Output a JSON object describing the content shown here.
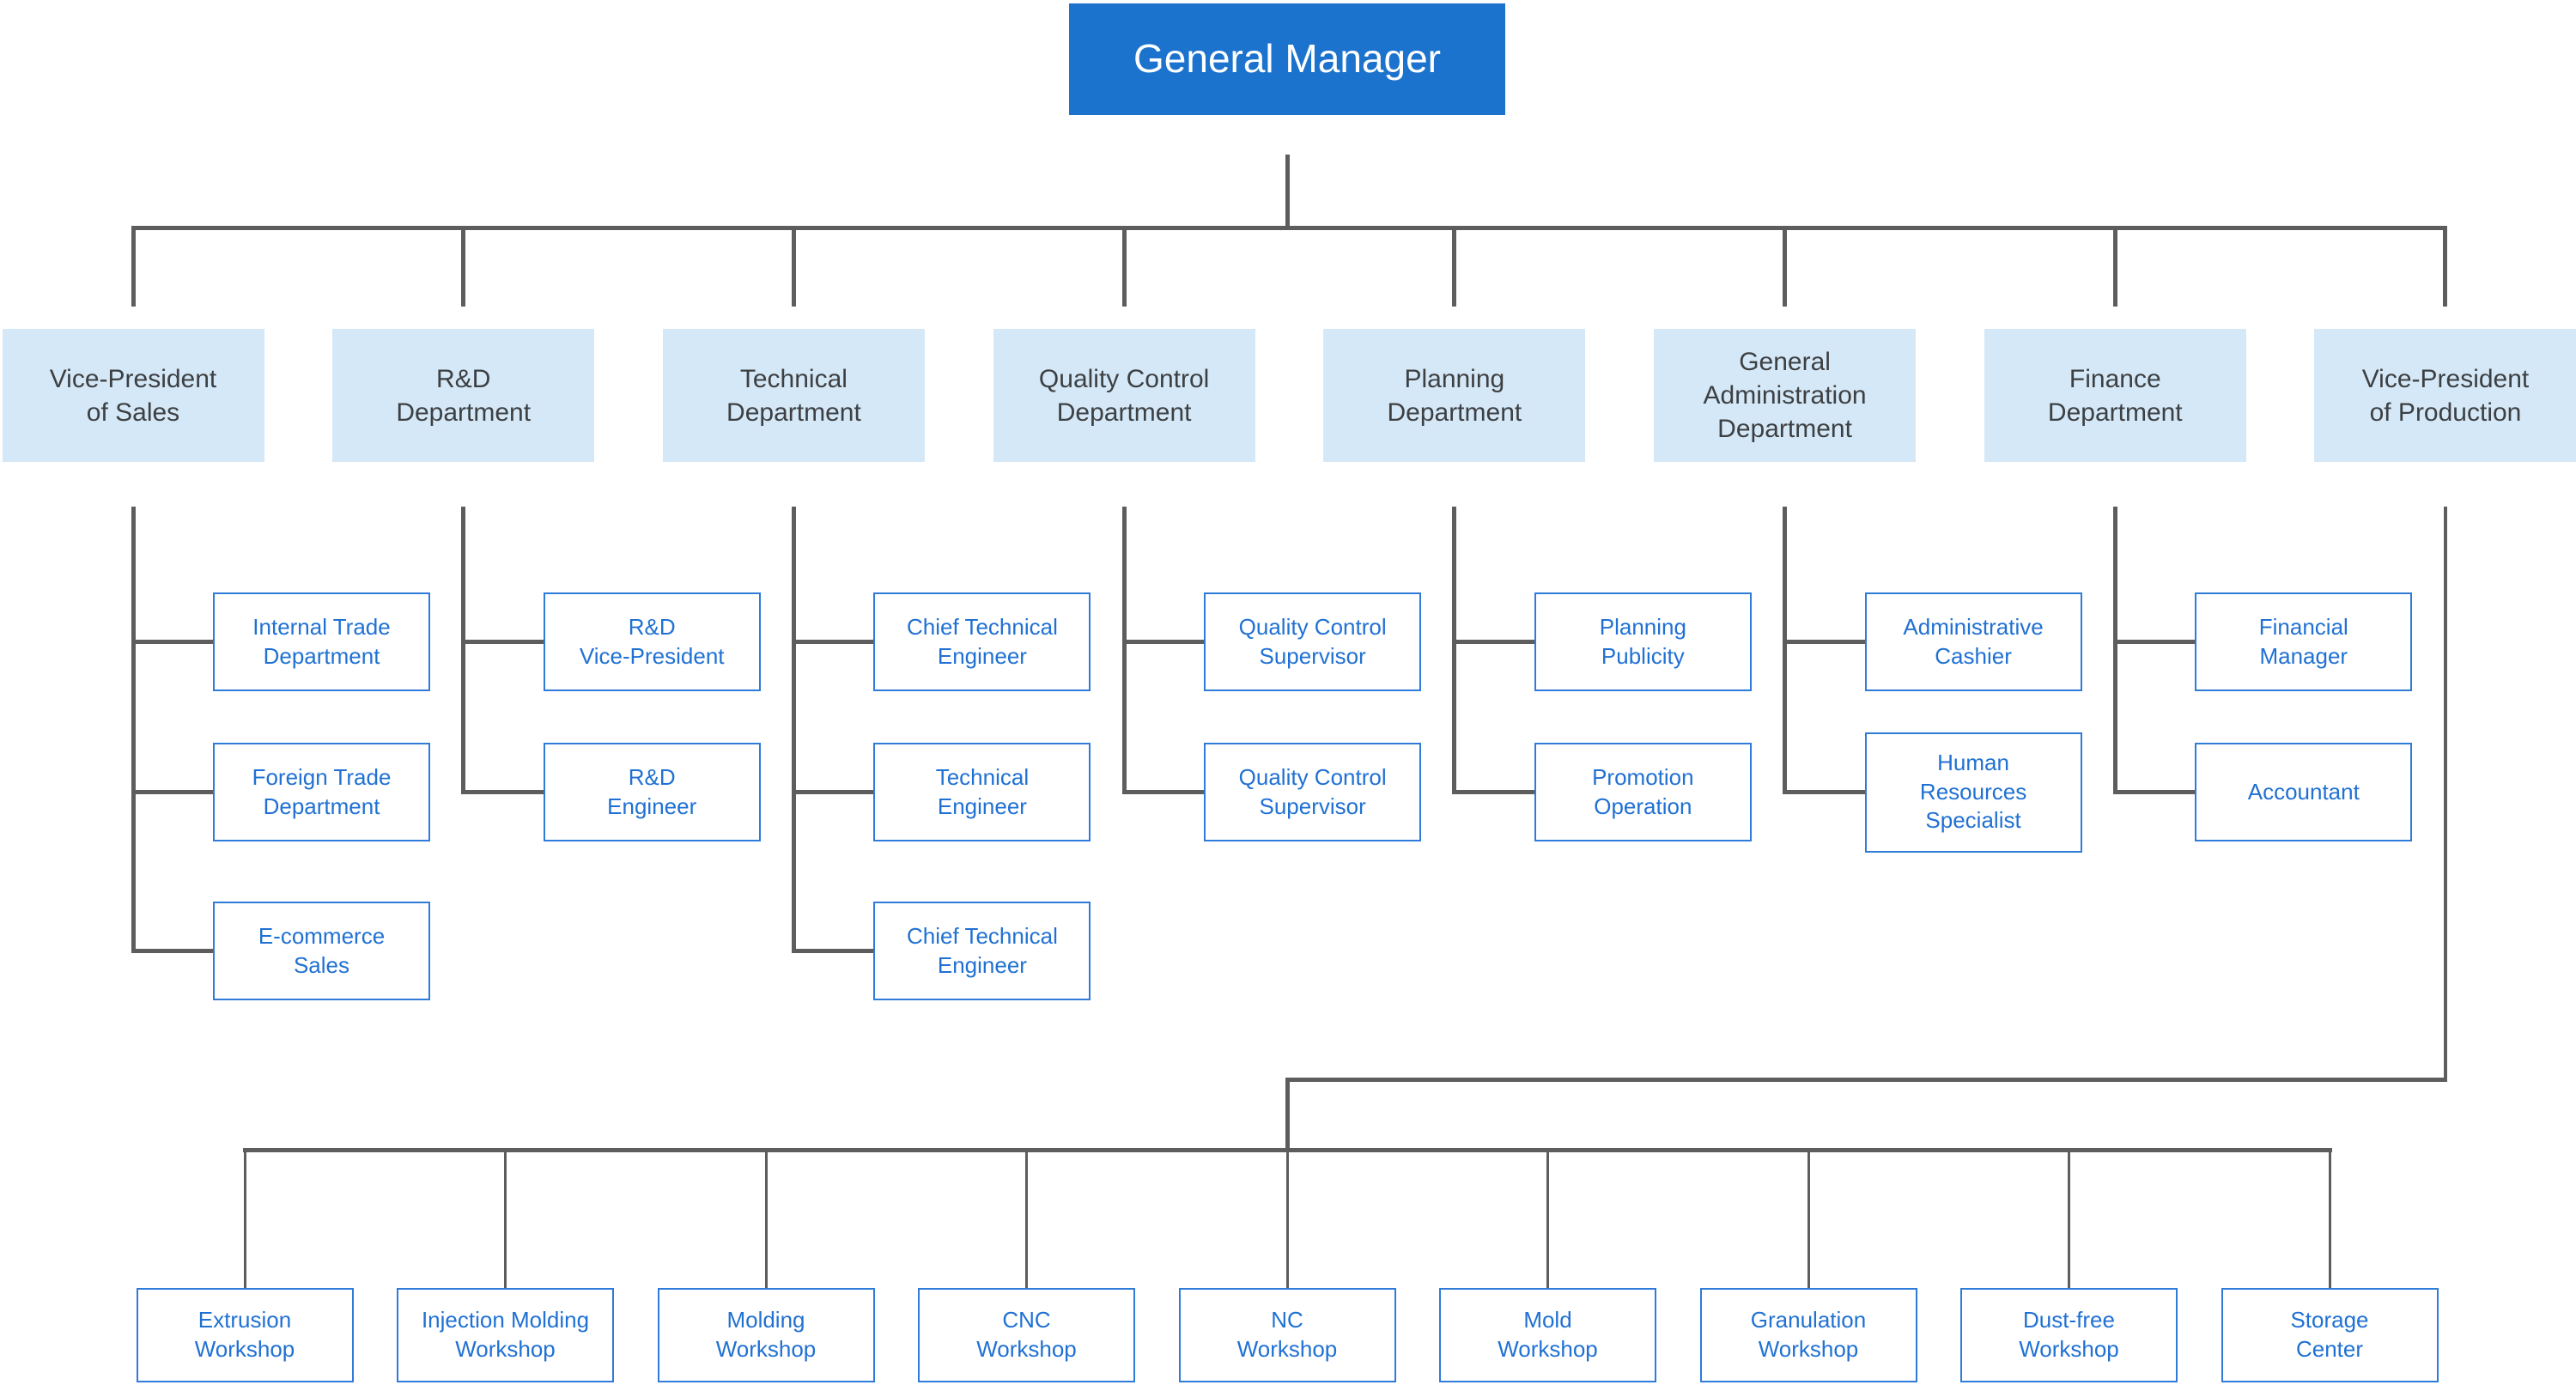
{
  "colors": {
    "background": "#ffffff",
    "root_fill": "#1b73cd",
    "root_text": "#ffffff",
    "dept_fill": "#d5e8f7",
    "dept_text": "#3d4043",
    "leaf_border": "#2f7bd9",
    "leaf_text": "#2071d3",
    "connector": "#5d5d5d"
  },
  "root": {
    "label": "General Manager"
  },
  "departments": [
    {
      "label": "Vice-President\nof Sales",
      "children": [
        "Internal Trade\nDepartment",
        "Foreign Trade\nDepartment",
        "E-commerce\nSales"
      ]
    },
    {
      "label": "R&D\nDepartment",
      "children": [
        "R&D\nVice-President",
        "R&D\nEngineer"
      ]
    },
    {
      "label": "Technical\nDepartment",
      "children": [
        "Chief Technical\nEngineer",
        "Technical\nEngineer",
        "Chief Technical\nEngineer"
      ]
    },
    {
      "label": "Quality Control\nDepartment",
      "children": [
        "Quality Control\nSupervisor",
        "Quality Control\nSupervisor"
      ]
    },
    {
      "label": "Planning\nDepartment",
      "children": [
        "Planning\nPublicity",
        "Promotion\nOperation"
      ]
    },
    {
      "label": "General\nAdministration\nDepartment",
      "children": [
        "Administrative\nCashier",
        "Human\nResources\nSpecialist"
      ]
    },
    {
      "label": "Finance\nDepartment",
      "children": [
        "Financial\nManager",
        "Accountant"
      ]
    },
    {
      "label": "Vice-President\nof Production",
      "children": []
    }
  ],
  "production_workshops": [
    "Extrusion\nWorkshop",
    "Injection Molding\nWorkshop",
    "Molding\nWorkshop",
    "CNC\nWorkshop",
    "NC\nWorkshop",
    "Mold\nWorkshop",
    "Granulation\nWorkshop",
    "Dust-free\nWorkshop",
    "Storage\nCenter"
  ]
}
